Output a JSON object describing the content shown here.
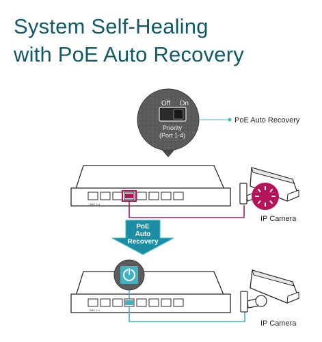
{
  "title": {
    "line1": "System Self-Healing",
    "line2": "with PoE Auto Recovery"
  },
  "switch_closeup": {
    "off_label": "Off",
    "on_label": "On",
    "caption_line1": "Priority",
    "caption_line2": "(Port 1-4)",
    "callout_label": "PoE Auto Recovery"
  },
  "arrow": {
    "line1": "PoE",
    "line2": "Auto",
    "line3": "Recovery"
  },
  "top_scene": {
    "camera_label": "IP Camera",
    "status": "fault"
  },
  "bottom_scene": {
    "camera_label": "IP Camera",
    "status": "recovered"
  },
  "colors": {
    "title": "#0f5a66",
    "fault": "#b5145b",
    "recovered": "#3fb3c4",
    "callout_dot": "#3fb3c4",
    "arrow": "#1b8ea3",
    "device_outline": "#2a2a2a"
  }
}
